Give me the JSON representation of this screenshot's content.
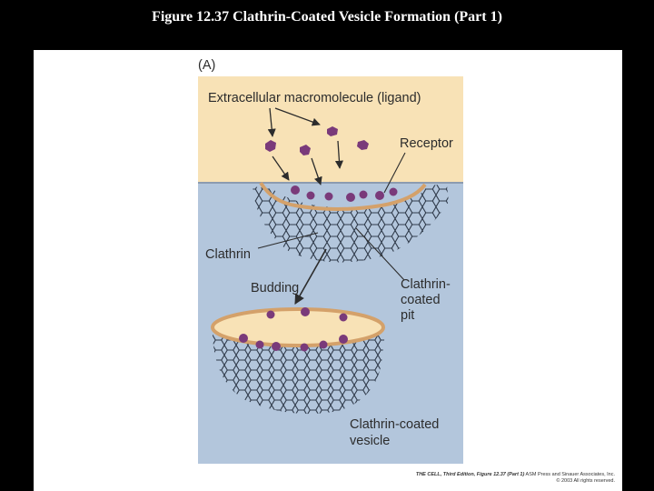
{
  "slide": {
    "title": "Figure 12.37  Clathrin-Coated Vesicle Formation (Part 1)"
  },
  "figure": {
    "panel_label": "(A)",
    "labels": {
      "ligand": "Extracellular macromolecule (ligand)",
      "receptor": "Receptor",
      "clathrin": "Clathrin",
      "budding": "Budding",
      "pit_line1": "Clathrin-",
      "pit_line2": "coated",
      "pit_line3": "pit",
      "vesicle_line1": "Clathrin-coated",
      "vesicle_line2": "vesicle"
    },
    "colors": {
      "extracellular": "#f8e2b6",
      "cytoplasm": "#b3c6dc",
      "membrane": "#d4a16a",
      "clathrin": "#2f3a4a",
      "ligand": "#7a3a7a"
    }
  },
  "credit": {
    "line1_italic": "THE CELL, Third Edition, Figure 12.37 (Part 1)",
    "line1_rest": "  ASM Press and Sinauer Associates, Inc.",
    "line2": "© 2003 All rights reserved."
  }
}
